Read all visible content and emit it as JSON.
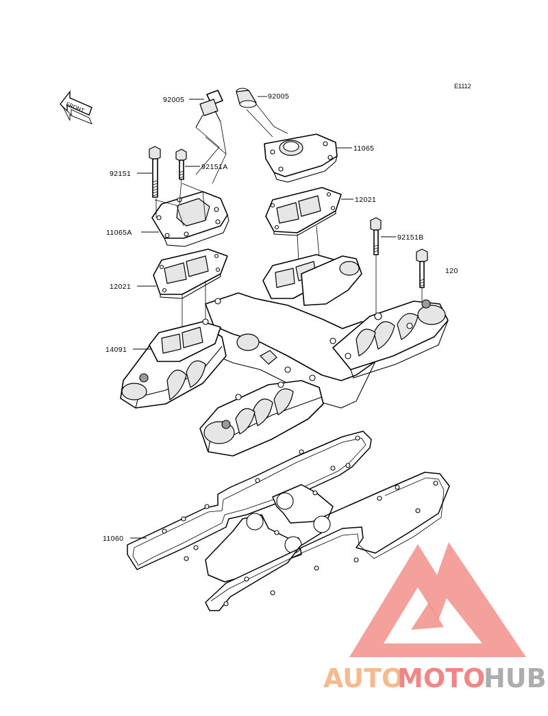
{
  "diagram": {
    "code": "E1112",
    "front_label": "FRONT",
    "labels": {
      "p92005_left": "92005",
      "p92005_right": "92005",
      "p11065": "11065",
      "p92151": "92151",
      "p92151A": "92151A",
      "p11065A": "11065A",
      "p12021_right": "12021",
      "p92151B": "92151B",
      "p120": "120",
      "p12021_left": "12021",
      "p14091": "14091",
      "p11060": "11060"
    }
  },
  "watermark": {
    "part1": "AUTO",
    "part2": "MOTO",
    "part3": "HUB",
    "colors": {
      "orange": "#f5b88a",
      "red": "#f08080",
      "gray": "#a9a9a9",
      "triangle": "#f28b82"
    }
  }
}
